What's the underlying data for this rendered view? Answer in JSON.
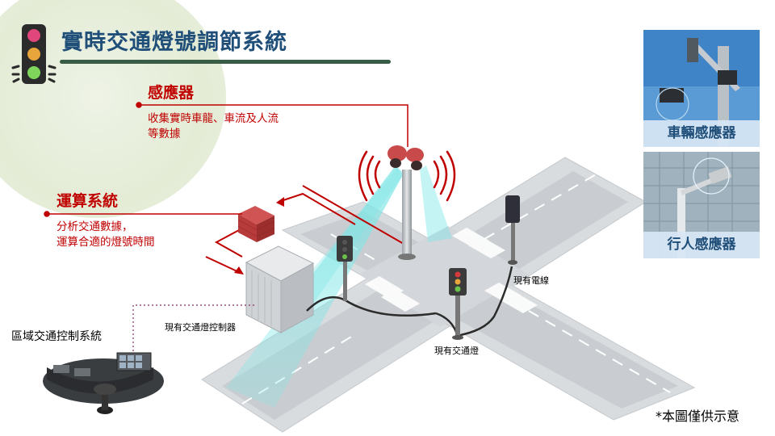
{
  "title": "實時交通燈號調節系統",
  "sensor": {
    "heading": "感應器",
    "desc_line1": "收集實時車龍、車流及人流",
    "desc_line2": "等數據"
  },
  "computing": {
    "heading": "運算系統",
    "desc_line1": "分析交通數據，",
    "desc_line2": "運算合適的燈號時間"
  },
  "labels": {
    "existing_controller": "現有交通燈控制器",
    "existing_light": "現有交通燈",
    "existing_cable": "現有電線",
    "regional_control": "區域交通控制系統"
  },
  "photos": {
    "vehicle_sensor": "車輛感應器",
    "pedestrian_sensor": "行人感應器"
  },
  "note": "*本圖僅供示意",
  "colors": {
    "title": "#1f4e79",
    "accent_red": "#c00000",
    "title_bar": "#385d46",
    "sensor_beam": "#7fe6e6"
  }
}
